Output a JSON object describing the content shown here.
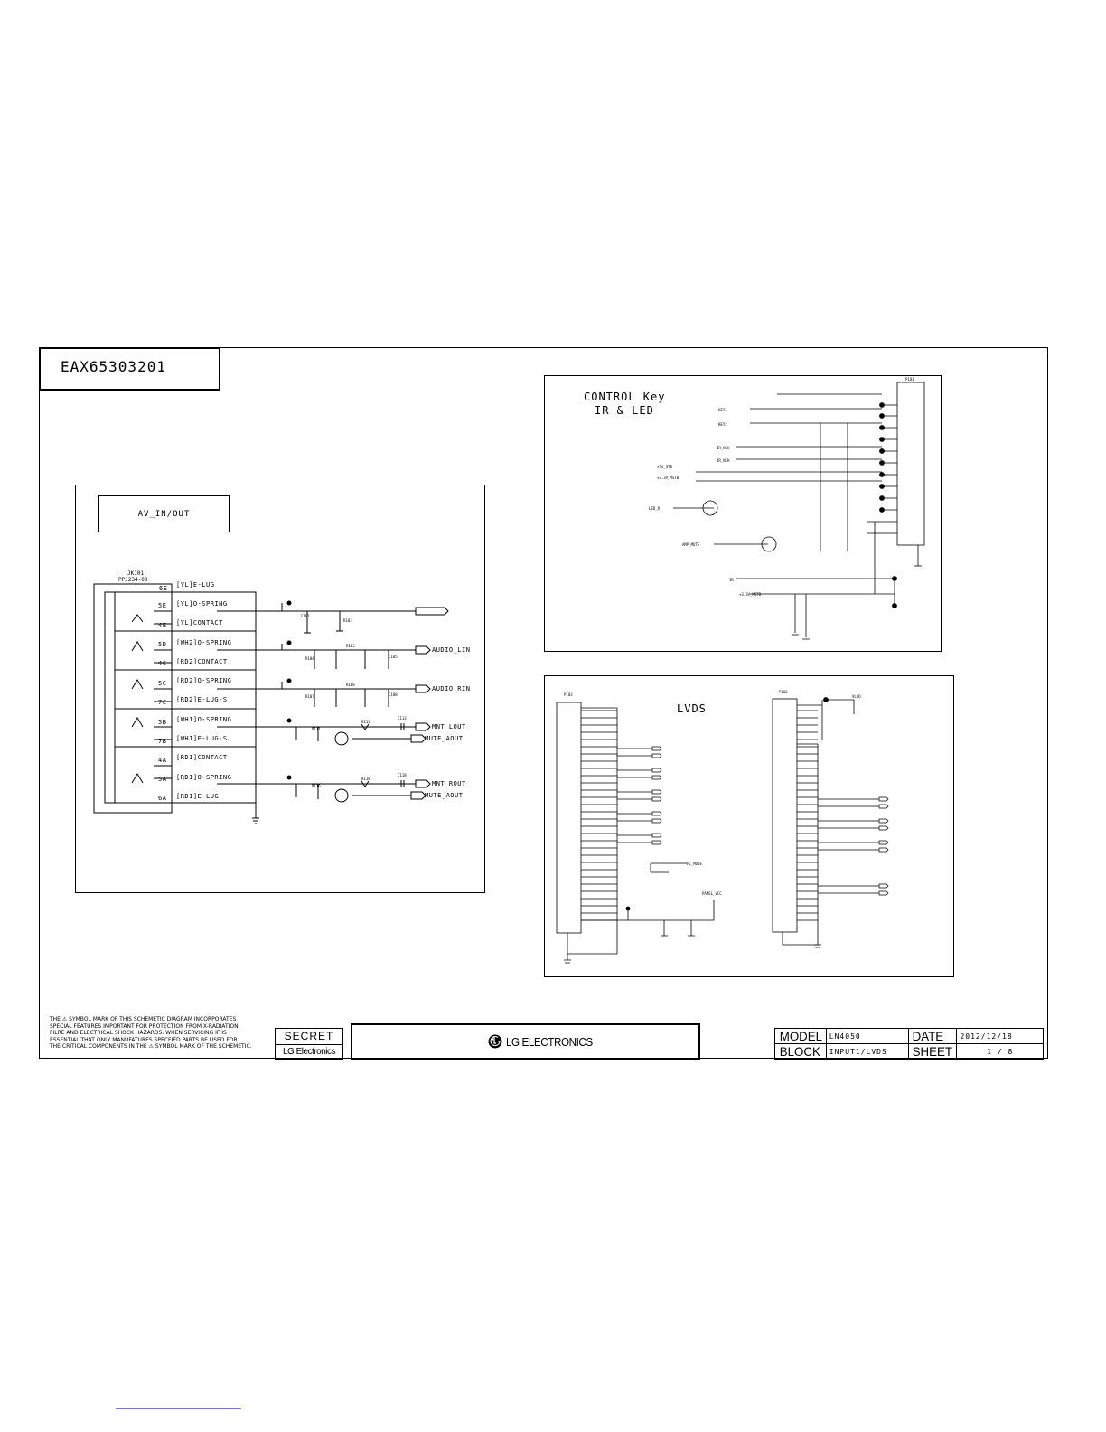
{
  "document": {
    "number": "EAX65303201"
  },
  "av_section": {
    "title": "AV_IN/OUT",
    "jack_ref": "JK101",
    "jack_part": "PPJ234-03",
    "pins": [
      {
        "num": "6E",
        "label": "[YL]E-LUG"
      },
      {
        "num": "5E",
        "label": "[YL]O-SPRING"
      },
      {
        "num": "4E",
        "label": "[YL]CONTACT"
      },
      {
        "num": "5D",
        "label": "[WH2]O-SPRING"
      },
      {
        "num": "4C",
        "label": "[RD2]CONTACT"
      },
      {
        "num": "5C",
        "label": "[RD2]O-SPRING"
      },
      {
        "num": "7C",
        "label": "[RD2]E-LUG-S"
      },
      {
        "num": "5B",
        "label": "[WH1]O-SPRING"
      },
      {
        "num": "7B",
        "label": "[WH1]E-LUG-S"
      },
      {
        "num": "4A",
        "label": "[RD1]CONTACT"
      },
      {
        "num": "5A",
        "label": "[RD1]O-SPRING"
      },
      {
        "num": "6A",
        "label": "[RD1]E-LUG"
      }
    ],
    "signals": {
      "audio_lin": "AUDIO_LIN",
      "audio_rin": "AUDIO_RIN",
      "mnt_lout": "MNT_LOUT",
      "mute_aout_1": "MUTE_AOUT",
      "mnt_rout": "MNT_ROUT",
      "mute_aout_2": "MUTE_AOUT"
    }
  },
  "control_section": {
    "title_line1": "CONTROL Key",
    "title_line2": "IR & LED"
  },
  "lvds_section": {
    "title": "LVDS"
  },
  "footer": {
    "warning_lines": [
      "THE ⚠ SYMBOL MARK OF THIS SCHEMETIC DIAGRAM INCORPORATES",
      "SPECIAL FEATURES IMPORTANT FOR PROTECTION FROM X-RADIATION.",
      "FILRE AND ELECTRICAL SHOCK HAZARDS. WHEN SERVICING IF IS",
      "ESSENTIAL THAT ONLY MANUFATURES SPECFIED PARTS BE USED FOR",
      "THE CRITICAL COMPONENTS IN THE ⚠ SYMBOL MARK OF THE SCHEMETIC."
    ],
    "secret_label": "SECRET",
    "secret_company": "LG Electronics",
    "company_banner": "LG ELECTRONICS",
    "model_key": "MODEL",
    "model_value": "LN4050",
    "date_key": "DATE",
    "date_value": "2012/12/18",
    "block_key": "BLOCK",
    "block_value": "INPUT1/LVDS",
    "sheet_key": "SHEET",
    "sheet_value": "1 / 8"
  }
}
